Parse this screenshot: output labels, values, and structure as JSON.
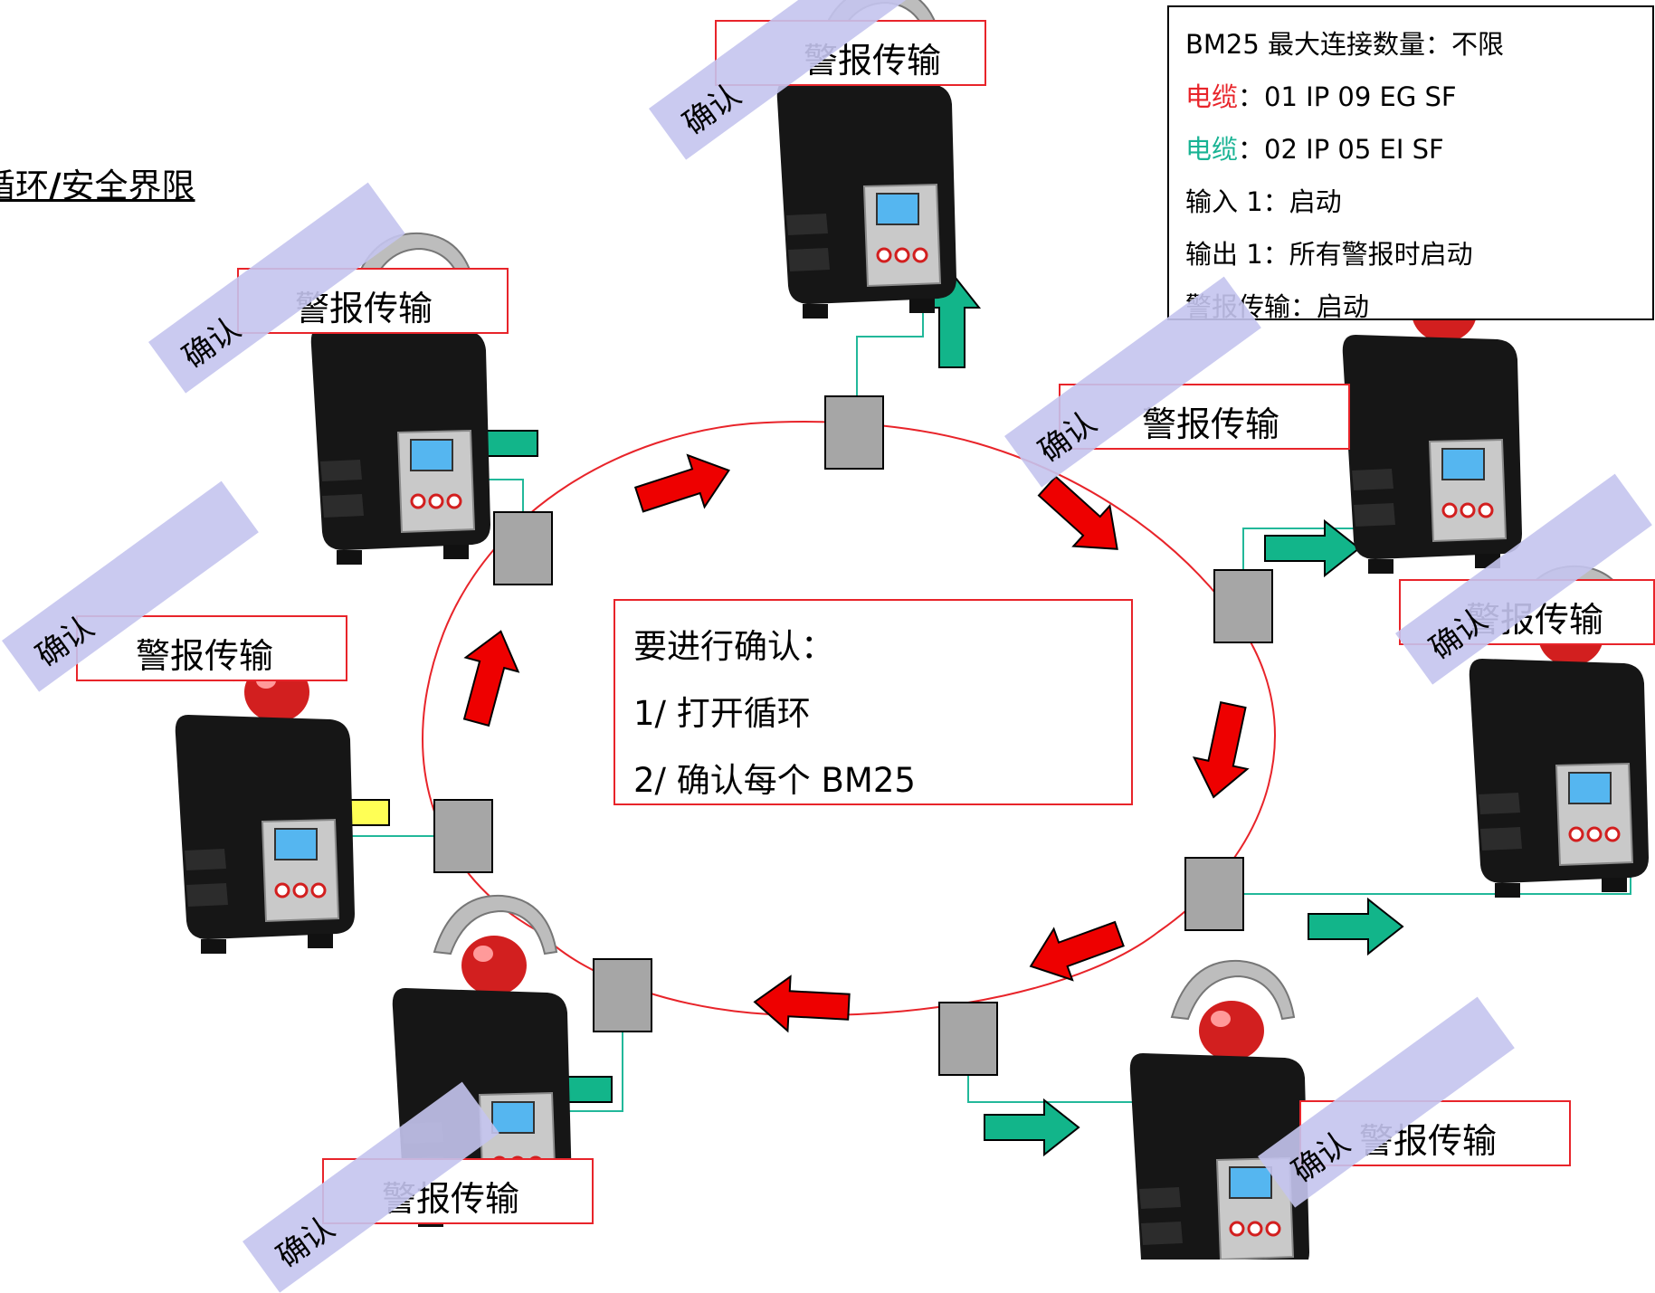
{
  "title": {
    "prefix": "循环",
    "slash": "/",
    "suffix": "安全界限"
  },
  "info_panel": {
    "line1": "BM25 最大连接数量：不限",
    "cable_red_label": "电缆",
    "cable_red_value": "：01 IP 09 EG SF",
    "cable_teal_label": "电缆",
    "cable_teal_value": "：02 IP 05 EI SF",
    "input": "输入 1：启动",
    "output": "输出 1：所有警报时启动",
    "alarm_transfer": "警报传输：启动"
  },
  "instructions": {
    "heading": "要进行确认：",
    "step1": "1/ 打开循环",
    "step2": "2/ 确认每个 BM25"
  },
  "labels": [
    {
      "text": "警报传输"
    },
    {
      "text": "警报传输"
    },
    {
      "text": "警报传输"
    },
    {
      "text": "警报传输"
    },
    {
      "text": "警报传输"
    },
    {
      "text": "警报传输"
    },
    {
      "text": "警报传输"
    }
  ],
  "confirm_text": "确认",
  "colors": {
    "loop_line": "#e8242a",
    "flow_arrow": "#ee0000",
    "output_arrow": "#12b58a",
    "inactive_arrow": "#ffff55",
    "cable_line": "#22b89a",
    "module": "#a6a6a6",
    "confirm_band": "#c4c4ee"
  }
}
